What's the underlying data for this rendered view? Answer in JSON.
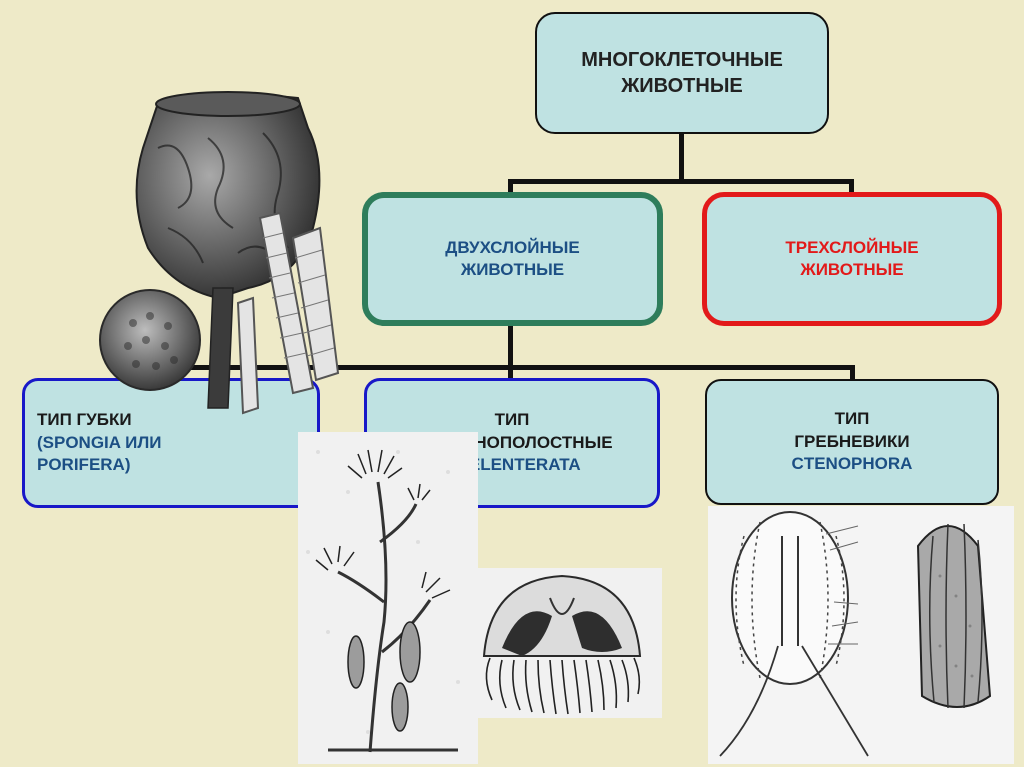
{
  "root": {
    "line1": "МНОГОКЛЕТОЧНЫЕ",
    "line2": "ЖИВОТНЫЕ"
  },
  "diploblastic": {
    "line1": "ДВУХСЛОЙНЫЕ",
    "line2": "ЖИВОТНЫЕ"
  },
  "triploblastic": {
    "line1": "ТРЕХСЛОЙНЫЕ",
    "line2": "ЖИВОТНЫЕ"
  },
  "sponges": {
    "line1": "ТИП ГУБКИ",
    "line2": "(SPONGIA ИЛИ",
    "line3": "PORIFERA)"
  },
  "coelenterates": {
    "line1": "ТИП",
    "line2": "КИШЕЧНОПОЛОСТНЫЕ",
    "line3": "COELENTERATA"
  },
  "ctenophores": {
    "line1": "ТИП",
    "line2": "ГРЕБНЕВИКИ",
    "line3": "CTENOPHORA"
  },
  "colors": {
    "background": "#eeeac8",
    "box_fill": "#bfe2e2",
    "green_border": "#2e7d5b",
    "red": "#e21a1a",
    "blue_border": "#1818c8",
    "latin_text": "#1c4f84"
  },
  "illustrations": [
    "sponge-illustration",
    "hydroid-illustration",
    "jellyfish-illustration",
    "ctenophore-illustration"
  ]
}
